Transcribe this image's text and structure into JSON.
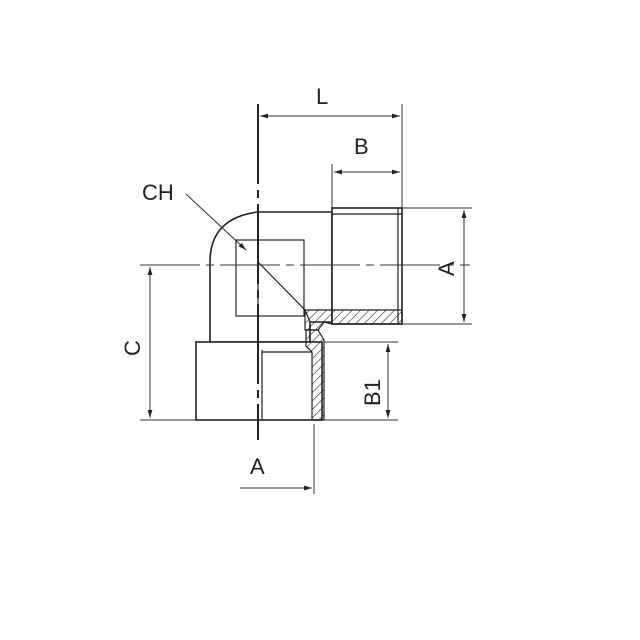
{
  "labels": {
    "L": "L",
    "B": "B",
    "CH": "CH",
    "A_right": "A",
    "C": "C",
    "B1": "B1",
    "A_bottom": "A"
  },
  "colors": {
    "line": "#222222",
    "background": "#ffffff"
  }
}
